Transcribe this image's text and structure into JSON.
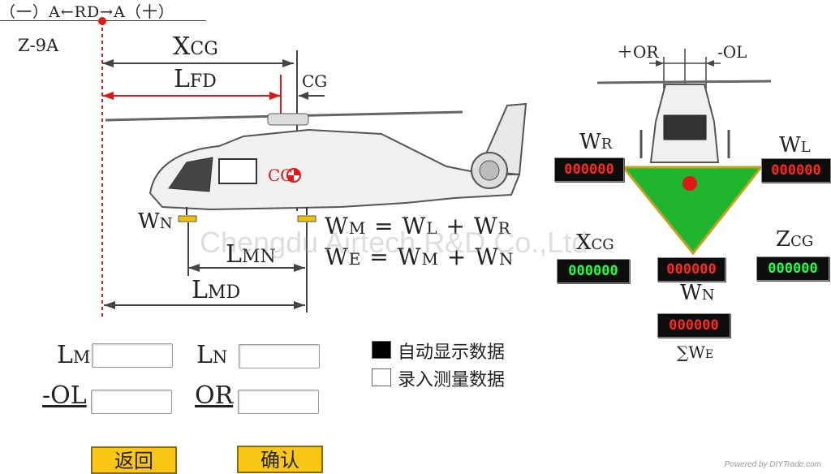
{
  "header": {
    "direction_text": "（一）A←RD→A（十）"
  },
  "model": "Z-9A",
  "side_view": {
    "x_cg": {
      "main": "X",
      "sub": "CG"
    },
    "l_fd": {
      "main": "L",
      "sub": "FD"
    },
    "cg_marker": "CG",
    "cg_body_label": "CG",
    "w_n": {
      "main": "W",
      "sub": "N"
    },
    "l_mn": {
      "main": "L",
      "sub": "MN"
    },
    "l_md": {
      "main": "L",
      "sub": "MD"
    },
    "formula_1": {
      "a": "W",
      "a_sub": "M",
      "eq": "=",
      "b": "W",
      "b_sub": "L",
      "plus": "+",
      "c": "W",
      "c_sub": "R"
    },
    "formula_2": {
      "a": "W",
      "a_sub": "E",
      "eq": "=",
      "b": "W",
      "b_sub": "M",
      "plus": "+",
      "c": "W",
      "c_sub": "N"
    }
  },
  "front_view": {
    "plus_or": "＋OR",
    "minus_ol": "-OL",
    "w_r": {
      "main": "W",
      "sub": "R",
      "value": "000000"
    },
    "w_l": {
      "main": "W",
      "sub": "L",
      "value": "000000"
    },
    "x_cg": {
      "main": "X",
      "sub": "CG",
      "value": "000000"
    },
    "z_cg": {
      "main": "Z",
      "sub": "CG",
      "value": "000000"
    },
    "w_n": {
      "main": "W",
      "sub": "N",
      "value": "000000",
      "top_value": "000000"
    },
    "sum_we": {
      "main": "∑W",
      "sub": "E"
    }
  },
  "inputs": {
    "l_m": {
      "main": "L",
      "sub": "M",
      "value": ""
    },
    "l_n": {
      "main": "L",
      "sub": "N",
      "value": ""
    },
    "minus_ol": {
      "label": "-OL",
      "value": ""
    },
    "or": {
      "label": "OR",
      "value": ""
    }
  },
  "mode": {
    "auto_display": "自动显示数据",
    "manual_entry": "录入测量数据"
  },
  "buttons": {
    "back": "返回",
    "confirm": "确认"
  },
  "watermark": "Chengdu Airtech R&D Co.,Ltd",
  "footer_mark": "Powered by DIYTrade.com",
  "colors": {
    "led_red": "#ff2a1a",
    "led_green": "#22ff44",
    "arrow_red": "#e01818",
    "triangle_fill": "#1fb52f",
    "triangle_border": "#c8a020",
    "button_yellow": "#fac714"
  }
}
